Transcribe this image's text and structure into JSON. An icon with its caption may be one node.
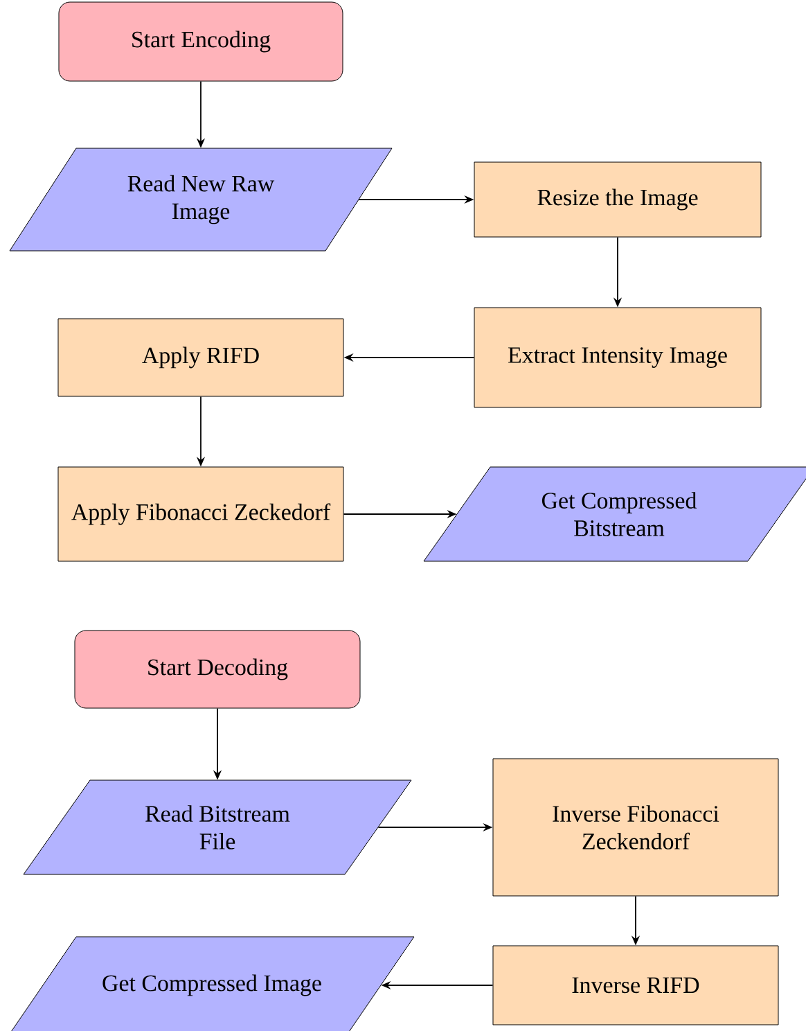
{
  "diagram": {
    "nodes": [
      {
        "text": [
          "Start Encoding"
        ]
      },
      {
        "text": [
          "Read New Raw Image"
        ]
      },
      {
        "text": [
          "Resize the Image"
        ]
      },
      {
        "text": [
          "Extract Intensity Image"
        ]
      },
      {
        "text": [
          "Apply RIFD"
        ]
      },
      {
        "text": [
          "Apply Fibonacci Zeckedorf"
        ]
      },
      {
        "text": [
          "Get Compressed Bitstream"
        ]
      },
      {
        "text": [
          "Start Decoding"
        ]
      },
      {
        "text": [
          "Read Bitstream File"
        ]
      },
      {
        "text": [
          "Inverse Fibonacci Zeckendorf"
        ]
      },
      {
        "text": [
          "Inverse RIFD"
        ]
      },
      {
        "text": [
          "Get Compressed Image"
        ]
      }
    ],
    "edges": [
      {
        "from": 0,
        "to": 1,
        "arrow": "to"
      },
      {
        "from": 1,
        "to": 2,
        "arrow": "to"
      },
      {
        "from": 2,
        "to": 3,
        "arrow": "to"
      },
      {
        "from": 3,
        "to": 4,
        "arrow": "to"
      },
      {
        "from": 4,
        "to": 5,
        "arrow": "to"
      },
      {
        "from": 5,
        "to": 6,
        "arrow": "to"
      },
      {
        "from": 7,
        "to": 8,
        "arrow": "to"
      },
      {
        "from": 8,
        "to": 9,
        "arrow": "to"
      },
      {
        "from": 9,
        "to": 10,
        "arrow": "to"
      },
      {
        "from": 10,
        "to": 11,
        "arrow": "to"
      }
    ]
  }
}
